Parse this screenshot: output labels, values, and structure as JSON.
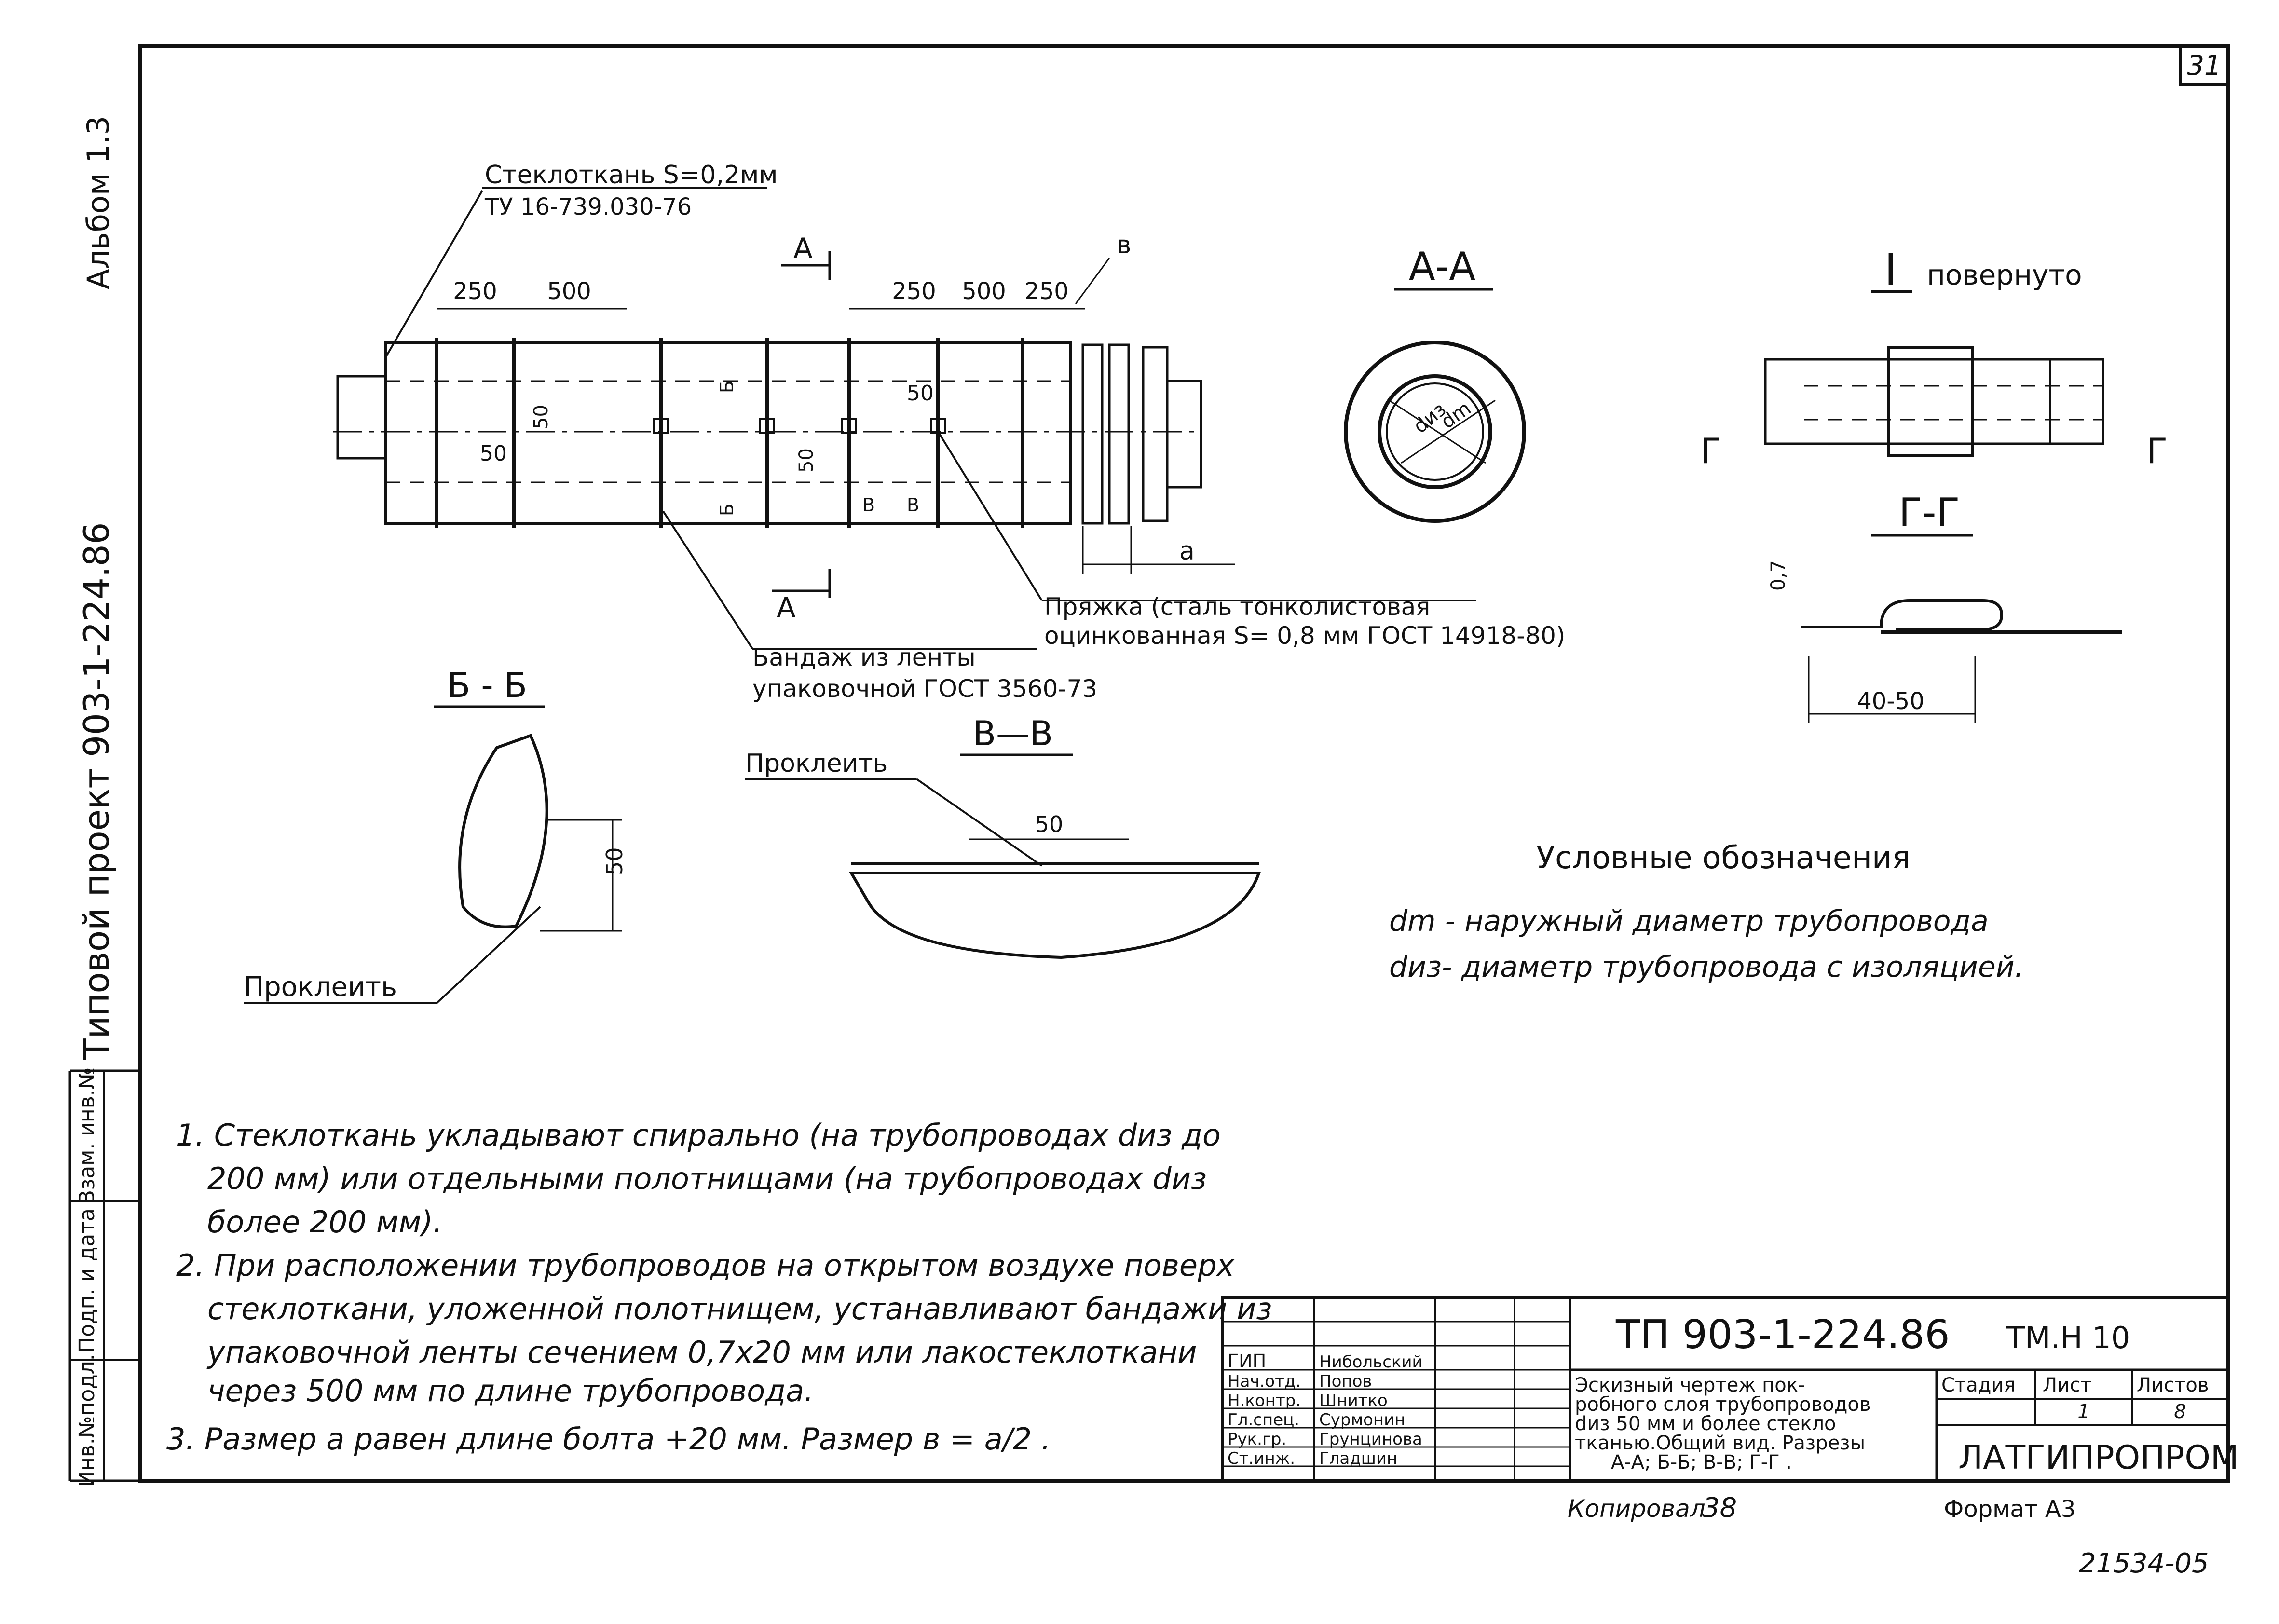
{
  "sheet": {
    "sheet_number": "31",
    "album": "Альбом 1.3",
    "project_side": "Типовой проект 903-1-224.86",
    "side_stamp": [
      "Инв.№подл.",
      "Подп. и дата",
      "Взам. инв.№"
    ]
  },
  "main_view": {
    "material_label": "Стеклоткань S=0,2мм",
    "material_spec": "ТУ 16-739.030-76",
    "dims_left": [
      "250",
      "500"
    ],
    "dims_right": [
      "250",
      "500",
      "250"
    ],
    "dim_v": "в",
    "dim_50_a": "50",
    "dim_50_b": "50",
    "dim_50_c": "50",
    "dim_50_d": "50",
    "dim_a": "а",
    "cut_A_top": "А",
    "cut_A_bottom": "А",
    "cut_B1": "Б",
    "cut_B2": "Б",
    "cut_V1": "В",
    "cut_V2": "В",
    "bandage_line1": "Бандаж из ленты",
    "bandage_line2": "упаковочной ГОСТ 3560-73",
    "buckle_line1": "Пряжка (сталь тонколистовая",
    "buckle_line2": "оцинкованная S= 0,8 мм ГОСТ 14918-80)"
  },
  "section_AA": {
    "title": "А-А",
    "label_diz": "dиз",
    "label_dm": "dm"
  },
  "view_I": {
    "title": "I",
    "note": "повернуто",
    "cut_left": "Г",
    "cut_right": "Г"
  },
  "section_GG": {
    "title": "Г-Г",
    "dim_thickness": "0,7",
    "dim_width": "40-50"
  },
  "section_BB": {
    "title": "Б - Б",
    "dim": "50",
    "glue": "Проклеить"
  },
  "section_VV": {
    "title": "В—В",
    "dim": "50",
    "glue": "Проклеить"
  },
  "legend": {
    "title": "Условные обозначения",
    "items": [
      "dm - наружный диаметр трубопровода",
      "dиз- диаметр трубопровода с изоляцией."
    ]
  },
  "notes": [
    [
      "1. Стеклоткань укладывают спирально (на трубопроводах dиз до",
      "200 мм) или отдельными полотнищами (на трубопроводах dиз",
      "более 200 мм)."
    ],
    [
      "2. При расположении трубопроводов на открытом воздухе поверх",
      "стеклоткани, уложенной полотнищем, устанавливают бандажи из",
      "упаковочной ленты сечением 0,7х20 мм или лакостеклоткани",
      "через   500 мм   по   длине трубопровода."
    ],
    [
      "3. Размер а равен  длине болта +20 мм. Размер в = а/2 ."
    ]
  ],
  "title_block": {
    "doc_code": "ТП 903-1-224.86",
    "sheet_code": "ТМ.Н 10",
    "roles": [
      "ГИП",
      "Нач.отд.",
      "Н.контр.",
      "Гл.спец.",
      "Рук.гр.",
      "Ст.инж."
    ],
    "names": [
      "Нибольский",
      "Попов",
      "Шнитко",
      "Сурмонин",
      "Грунцинова",
      "Гладшин"
    ],
    "description": [
      "Эскизный чертеж пок-",
      "робного слоя трубопроводов",
      "dиз 50 мм и более стекло",
      "тканью.Общий вид. Разрезы",
      "А-А; Б-Б; В-В; Г-Г ."
    ],
    "stage_header": "Стадия",
    "sheet_header": "Лист",
    "sheets_header": "Листов",
    "sheet_value": "1",
    "sheets_value": "8",
    "organization": "ЛАТГИПРОПРОМ",
    "copied_label": "Копировал",
    "copied_value": "38",
    "format": "Формат А3",
    "archive_no": "21534-05"
  }
}
